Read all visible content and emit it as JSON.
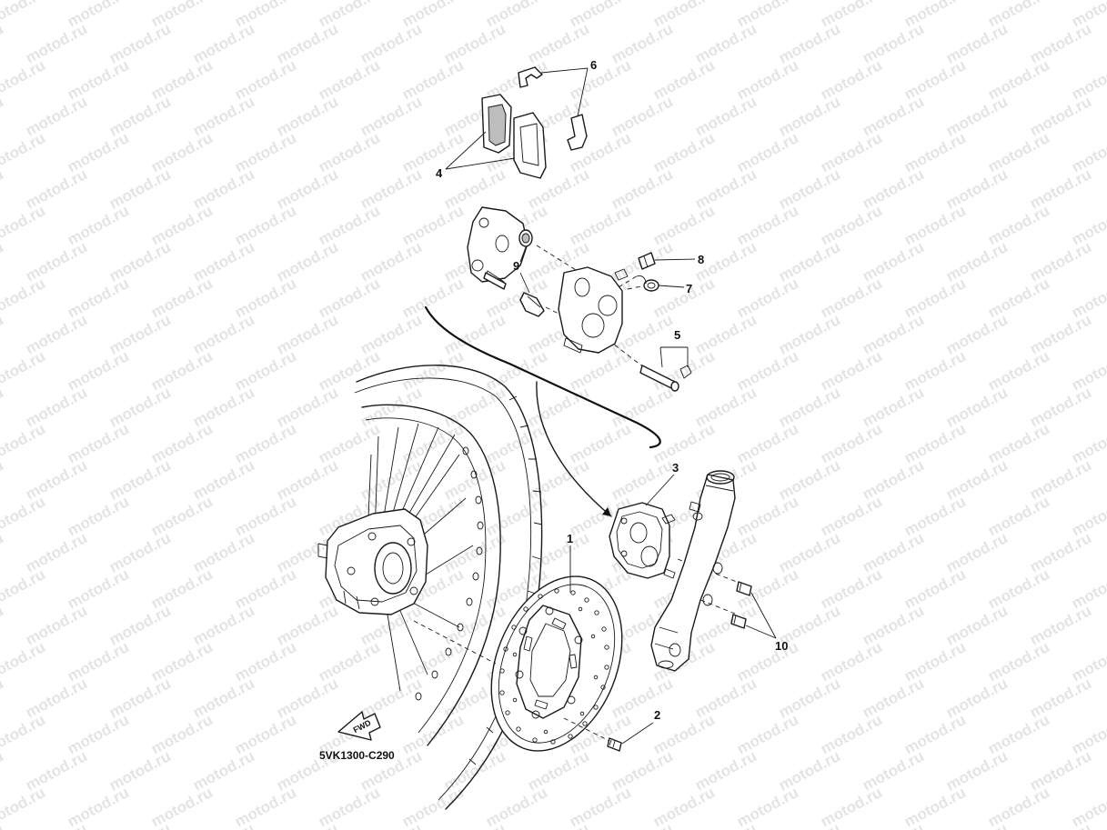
{
  "watermark": {
    "text": "motod.ru"
  },
  "diagram": {
    "code": "5VK1300-C290",
    "forward_arrow_label": "FWD",
    "callouts": [
      {
        "id": 1,
        "label": "1"
      },
      {
        "id": 2,
        "label": "2"
      },
      {
        "id": 3,
        "label": "3"
      },
      {
        "id": 4,
        "label": "4"
      },
      {
        "id": 5,
        "label": "5"
      },
      {
        "id": 6,
        "label": "6"
      },
      {
        "id": 7,
        "label": "7"
      },
      {
        "id": 8,
        "label": "8"
      },
      {
        "id": 9,
        "label": "9"
      },
      {
        "id": 10,
        "label": "10"
      }
    ]
  }
}
